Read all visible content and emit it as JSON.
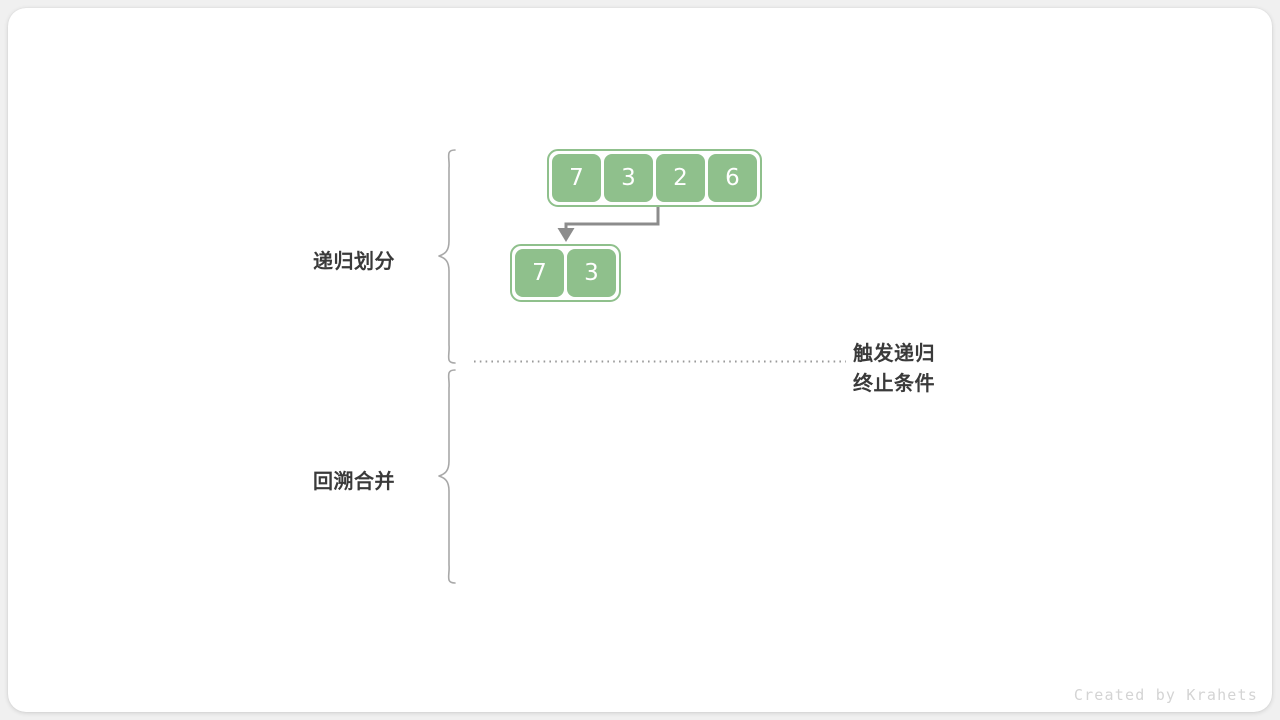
{
  "diagram": {
    "title": "merge-sort-recursion-divide-and-merge",
    "background_color": "#f0f0f0",
    "card_color": "#ffffff",
    "accent_color": "#8fc08c",
    "text_color": "#3a3a3a",
    "connector_color": "#8c8c8c"
  },
  "phases": [
    {
      "id": "divide",
      "label": "递归划分"
    },
    {
      "id": "merge",
      "label": "回溯合并"
    }
  ],
  "arrays": [
    {
      "id": "array-top",
      "level": 0,
      "values": [
        "7",
        "3",
        "2",
        "6"
      ]
    },
    {
      "id": "array-sub",
      "level": 1,
      "values": [
        "7",
        "3"
      ]
    }
  ],
  "annotation": {
    "line1": "触发递归",
    "line2": "终止条件"
  },
  "divider": {
    "style": "dotted",
    "color": "#9a9a9a"
  },
  "arrow": {
    "style": "elbow-down",
    "color": "#8c8c8c"
  },
  "credit": "Created by Krahets"
}
